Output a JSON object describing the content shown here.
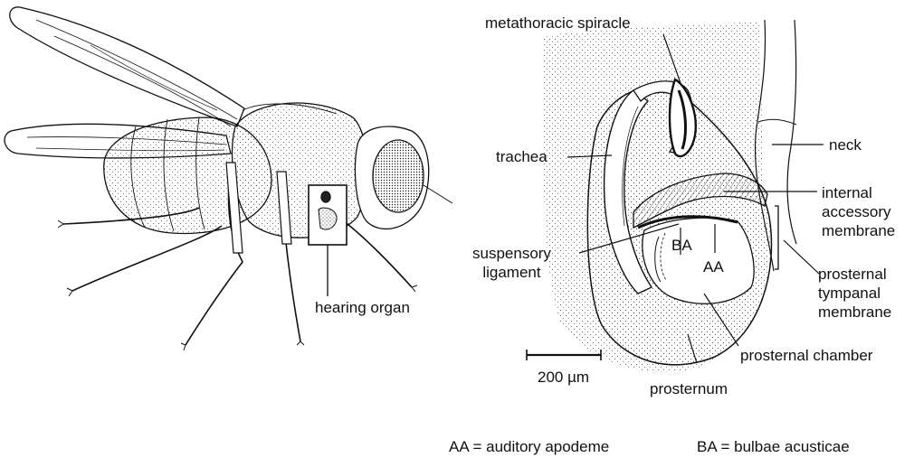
{
  "labels": {
    "hearing_organ": "hearing organ",
    "metathoracic_spiracle": "metathoracic spiracle",
    "trachea": "trachea",
    "neck": "neck",
    "internal_accessory_membrane": [
      "internal",
      "accessory",
      "membrane"
    ],
    "suspensory_ligament": [
      "suspensory",
      "ligament"
    ],
    "ba": "BA",
    "aa": "AA",
    "prosternal_tympanal_membrane": [
      "prosternal",
      "tympanal",
      "membrane"
    ],
    "prosternal_chamber": "prosternal chamber",
    "prosternum": "prosternum",
    "scale_bar": "200 µm"
  },
  "legend": {
    "aa": "AA = auditory apodeme",
    "ba": "BA = bulbae acusticae"
  },
  "colors": {
    "ink": "#111111",
    "paper": "#ffffff",
    "stipple": "#555555"
  }
}
